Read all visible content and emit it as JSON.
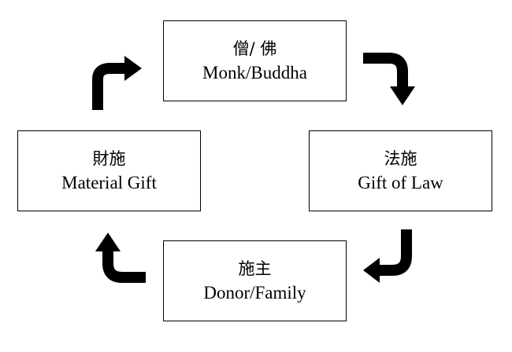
{
  "nodes": {
    "monk": {
      "zh": "僧/ 佛",
      "en": "Monk/Buddha"
    },
    "law": {
      "zh": "法施",
      "en": "Gift of Law"
    },
    "donor": {
      "zh": "施主",
      "en": "Donor/Family"
    },
    "gift": {
      "zh": "財施",
      "en": "Material Gift"
    }
  },
  "colors": {
    "arrow": "#000000",
    "border": "#000000",
    "background": "#ffffff"
  }
}
